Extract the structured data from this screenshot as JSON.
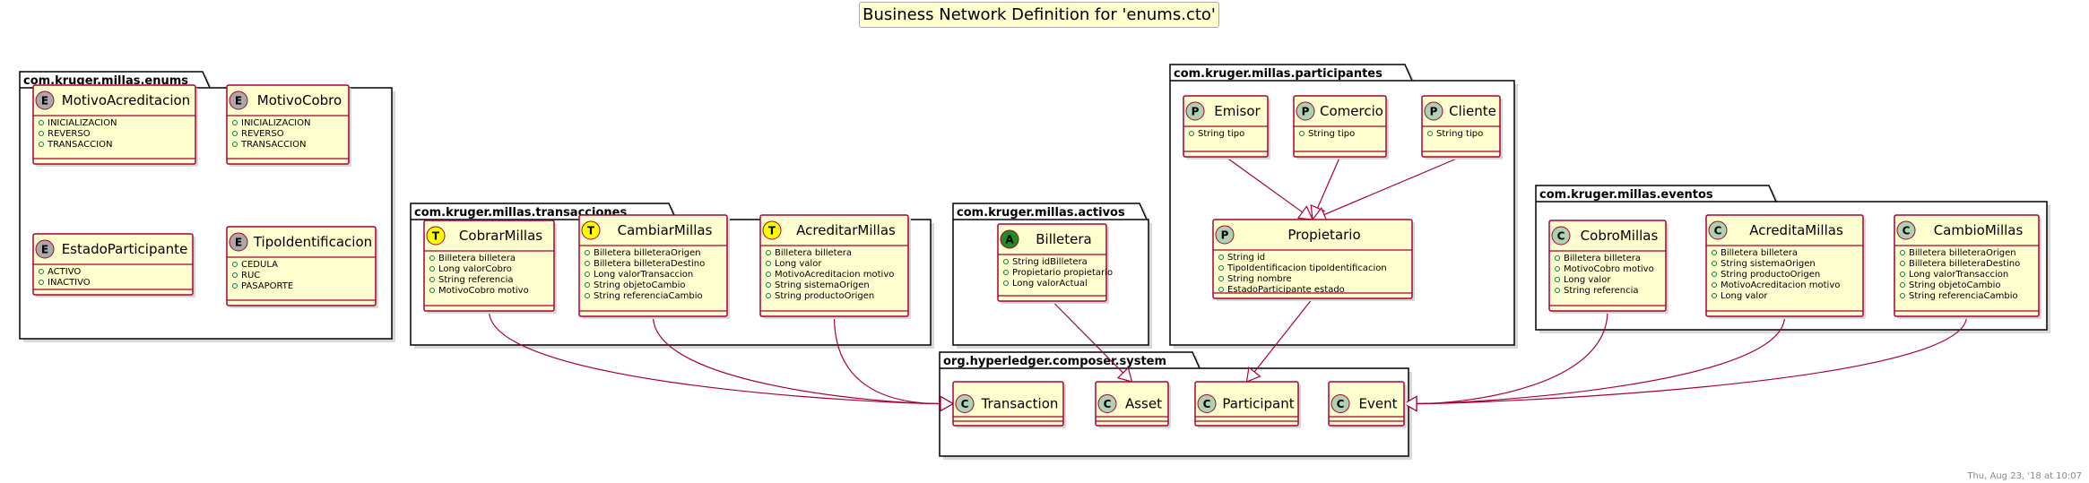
{
  "title": "Business Network Definition for 'enums.cto'",
  "footer": "Thu, Aug 23, '18 at 10:07",
  "colors": {
    "class_fill": "#FEFECE",
    "class_border": "#A80036",
    "arrow": "#A80036",
    "enum_badge": "#A9A9A9",
    "participant_badge": "#ADD1B2",
    "transaction_badge": "#FFFF00",
    "asset_badge": "#228B22",
    "concept_badge": "#ADD1B2"
  },
  "packages": [
    {
      "name": "com.kruger.millas.enums",
      "classes": [
        {
          "id": "MotivoAcreditacion",
          "name": "MotivoAcreditacion",
          "stereotype": "E",
          "fields": [
            "INICIALIZACION",
            "REVERSO",
            "TRANSACCION"
          ]
        },
        {
          "id": "MotivoCobro",
          "name": "MotivoCobro",
          "stereotype": "E",
          "fields": [
            "INICIALIZACION",
            "REVERSO",
            "TRANSACCION"
          ]
        },
        {
          "id": "EstadoParticipante",
          "name": "EstadoParticipante",
          "stereotype": "E",
          "fields": [
            "ACTIVO",
            "INACTIVO"
          ]
        },
        {
          "id": "TipoIdentificacion",
          "name": "TipoIdentificacion",
          "stereotype": "E",
          "fields": [
            "CEDULA",
            "RUC",
            "PASAPORTE"
          ]
        }
      ]
    },
    {
      "name": "com.kruger.millas.transacciones",
      "classes": [
        {
          "id": "CobrarMillas",
          "name": "CobrarMillas",
          "stereotype": "T",
          "fields": [
            "Billetera billetera",
            "Long valorCobro",
            "String referencia",
            "MotivoCobro motivo"
          ]
        },
        {
          "id": "CambiarMillas",
          "name": "CambiarMillas",
          "stereotype": "T",
          "fields": [
            "Billetera billeteraOrigen",
            "Billetera billeteraDestino",
            "Long valorTransaccion",
            "String objetoCambio",
            "String referenciaCambio"
          ]
        },
        {
          "id": "AcreditarMillas",
          "name": "AcreditarMillas",
          "stereotype": "T",
          "fields": [
            "Billetera billetera",
            "Long valor",
            "MotivoAcreditacion motivo",
            "String sistemaOrigen",
            "String productoOrigen"
          ]
        }
      ]
    },
    {
      "name": "com.kruger.millas.activos",
      "classes": [
        {
          "id": "Billetera",
          "name": "Billetera",
          "stereotype": "A",
          "fields": [
            "String idBilletera",
            "Propietario propietario",
            "Long valorActual"
          ]
        }
      ]
    },
    {
      "name": "com.kruger.millas.participantes",
      "classes": [
        {
          "id": "Emisor",
          "name": "Emisor",
          "stereotype": "P",
          "fields": [
            "String tipo"
          ]
        },
        {
          "id": "Comercio",
          "name": "Comercio",
          "stereotype": "P",
          "fields": [
            "String tipo"
          ]
        },
        {
          "id": "Cliente",
          "name": "Cliente",
          "stereotype": "P",
          "fields": [
            "String tipo"
          ]
        },
        {
          "id": "Propietario",
          "name": "Propietario",
          "stereotype": "P",
          "fields": [
            "String id",
            "TipoIdentificacion tipoIdentificacion",
            "String nombre",
            "EstadoParticipante estado"
          ]
        }
      ]
    },
    {
      "name": "com.kruger.millas.eventos",
      "classes": [
        {
          "id": "CobroMillas",
          "name": "CobroMillas",
          "stereotype": "C",
          "fields": [
            "Billetera billetera",
            "MotivoCobro motivo",
            "Long valor",
            "String referencia"
          ]
        },
        {
          "id": "AcreditaMillas",
          "name": "AcreditaMillas",
          "stereotype": "C",
          "fields": [
            "Billetera billetera",
            "String sistemaOrigen",
            "String productoOrigen",
            "MotivoAcreditacion motivo",
            "Long valor"
          ]
        },
        {
          "id": "CambioMillas",
          "name": "CambioMillas",
          "stereotype": "C",
          "fields": [
            "Billetera billeteraOrigen",
            "Billetera billeteraDestino",
            "Long valorTransaccion",
            "String objetoCambio",
            "String referenciaCambio"
          ]
        }
      ]
    },
    {
      "name": "org.hyperledger.composer.system",
      "classes": [
        {
          "id": "Transaction",
          "name": "Transaction",
          "stereotype": "C",
          "fields": []
        },
        {
          "id": "Asset",
          "name": "Asset",
          "stereotype": "C",
          "fields": []
        },
        {
          "id": "Participant",
          "name": "Participant",
          "stereotype": "C",
          "fields": []
        },
        {
          "id": "Event",
          "name": "Event",
          "stereotype": "C",
          "fields": []
        }
      ]
    }
  ],
  "relations": [
    {
      "from": "CobrarMillas",
      "to": "Transaction",
      "type": "extends"
    },
    {
      "from": "CambiarMillas",
      "to": "Transaction",
      "type": "extends"
    },
    {
      "from": "AcreditarMillas",
      "to": "Transaction",
      "type": "extends"
    },
    {
      "from": "Billetera",
      "to": "Asset",
      "type": "extends"
    },
    {
      "from": "Emisor",
      "to": "Propietario",
      "type": "extends"
    },
    {
      "from": "Comercio",
      "to": "Propietario",
      "type": "extends"
    },
    {
      "from": "Cliente",
      "to": "Propietario",
      "type": "extends"
    },
    {
      "from": "Propietario",
      "to": "Participant",
      "type": "extends"
    },
    {
      "from": "CobroMillas",
      "to": "Event",
      "type": "extends"
    },
    {
      "from": "AcreditaMillas",
      "to": "Event",
      "type": "extends"
    },
    {
      "from": "CambioMillas",
      "to": "Event",
      "type": "extends"
    }
  ]
}
